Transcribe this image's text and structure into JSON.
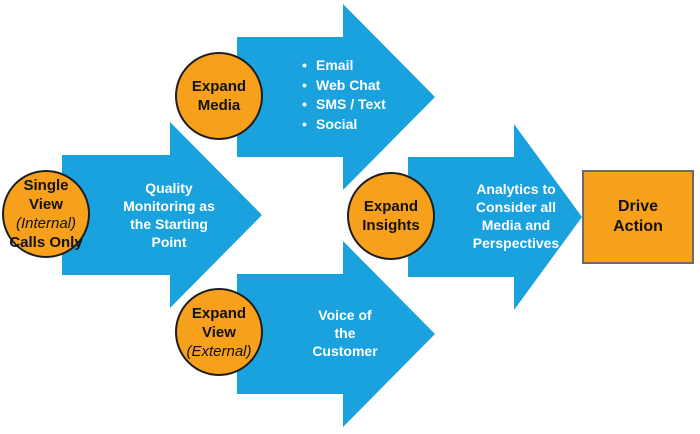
{
  "colors": {
    "arrow_fill": "#19a2de",
    "node_fill": "#f7a01c",
    "node_border": "#1d1d1d",
    "text_on_arrow": "#ffffff"
  },
  "nodes": {
    "single_view": {
      "line1": "Single",
      "line2": "View",
      "line3": "(Internal)",
      "line4": "Calls Only"
    },
    "expand_media": {
      "line1": "Expand",
      "line2": "Media"
    },
    "expand_view": {
      "line1": "Expand",
      "line2": "View",
      "line3": "(External)"
    },
    "expand_insights": {
      "line1": "Expand",
      "line2": "Insights"
    },
    "drive_action": {
      "line1": "Drive",
      "line2": "Action"
    }
  },
  "arrows": {
    "quality": {
      "line1": "Quality",
      "line2": "Monitoring as",
      "line3": "the Starting",
      "line4": "Point"
    },
    "media_items": [
      "Email",
      "Web Chat",
      "SMS / Text",
      "Social"
    ],
    "voice": {
      "line1": "Voice of",
      "line2": "the",
      "line3": "Customer"
    },
    "analytics": {
      "line1": "Analytics to",
      "line2": "Consider all",
      "line3": "Media and",
      "line4": "Perspectives"
    }
  }
}
